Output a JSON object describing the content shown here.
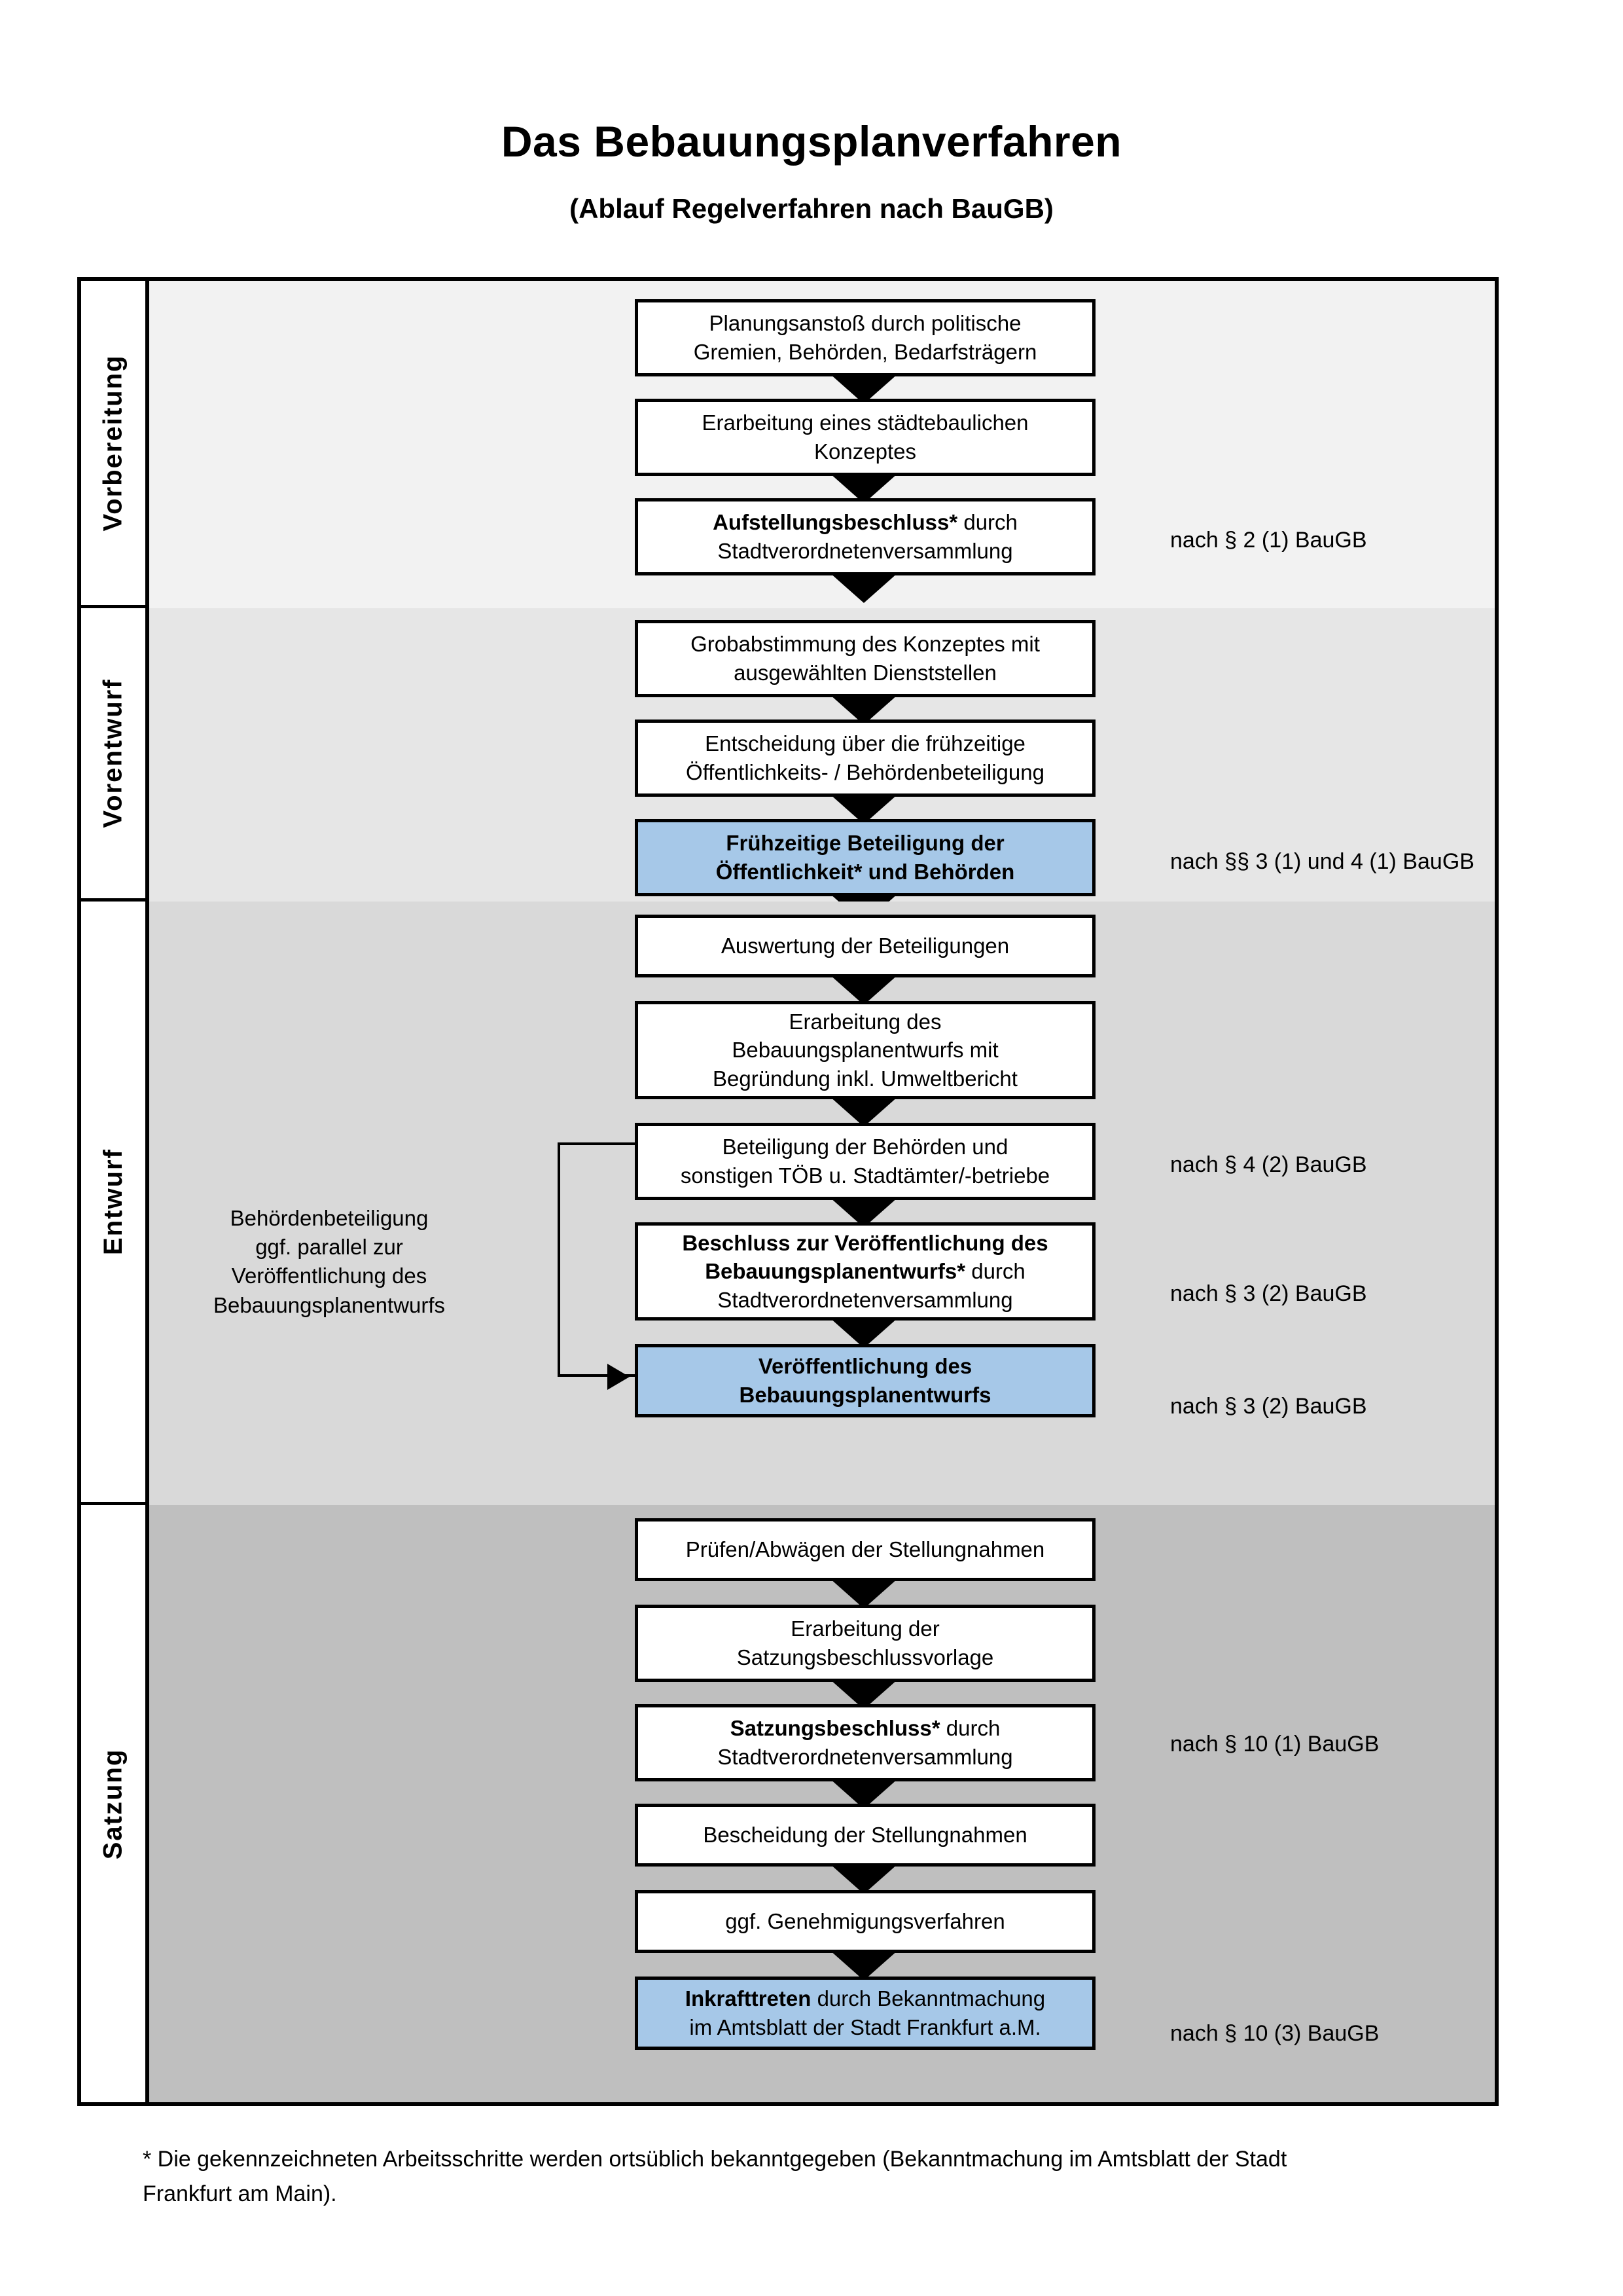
{
  "title": {
    "main": "Das Bebauungsplanverfahren",
    "subtitle": "(Ablauf Regelverfahren nach BauGB)"
  },
  "colors": {
    "highlight_blue": "#A6C8E8",
    "band_vorbereitung": "#F2F2F2",
    "band_vorentwurf": "#E6E6E6",
    "band_entwurf": "#D9D9D9",
    "band_satzung": "#BFBFBF",
    "border": "#000000"
  },
  "phases": [
    {
      "label": "Vorbereitung",
      "steps": [
        {
          "text": "Planungsanstoß durch politische Gremien, Behörden, Bedarfsträgern",
          "bold_prefix": "",
          "highlight": false
        },
        {
          "text": "Erarbeitung eines städtebaulichen Konzeptes",
          "bold_prefix": "",
          "highlight": false
        },
        {
          "text": "Aufstellungsbeschluss* durch Stadtverordnetenversammlung",
          "bold_prefix": "Aufstellungsbeschluss*",
          "bold_rest": " durch Stadtverordnetenversammlung",
          "highlight": false,
          "reference": "nach § 2 (1) BauGB"
        }
      ]
    },
    {
      "label": "Vorentwurf",
      "steps": [
        {
          "text": "Grobabstimmung des Konzeptes mit ausgewählten Dienststellen",
          "highlight": false
        },
        {
          "text": "Entscheidung über die frühzeitige Öffentlichkeits- / Behördenbeteiligung",
          "highlight": false
        },
        {
          "text": "Frühzeitige Beteiligung der Öffentlichkeit* und Behörden",
          "highlight": true,
          "reference": "nach §§ 3 (1) und 4 (1) BauGB"
        }
      ]
    },
    {
      "label": "Entwurf",
      "sidenote": "Behördenbeteiligung ggf. parallel zur Veröffentlichung des Bebauungsplanentwurfs",
      "steps": [
        {
          "text": "Auswertung der Beteiligungen",
          "highlight": false
        },
        {
          "text": "Erarbeitung des Bebauungsplanentwurfs mit Begründung inkl. Umweltbericht",
          "highlight": false
        },
        {
          "text": "Beteiligung der Behörden und sonstigen TÖB u. Stadtämter/-betriebe",
          "highlight": false,
          "reference": "nach § 4 (2) BauGB"
        },
        {
          "text": "Beschluss zur Veröffentlichung des Bebauungsplanentwurfs* durch Stadtverordnetenversammlung",
          "bold_prefix": "Beschluss zur Veröffentlichung des Bebauungsplanentwurfs*",
          "bold_rest": " durch Stadtverordnetenversammlung",
          "highlight": false,
          "reference": "nach § 3 (2) BauGB"
        },
        {
          "text": "Veröffentlichung des Bebauungsplanentwurfs",
          "highlight": true,
          "reference": "nach § 3 (2) BauGB"
        }
      ]
    },
    {
      "label": "Satzung",
      "steps": [
        {
          "text": "Prüfen/Abwägen der Stellungnahmen",
          "highlight": false
        },
        {
          "text": "Erarbeitung der Satzungsbeschlussvorlage",
          "highlight": false
        },
        {
          "text": "Satzungsbeschluss* durch Stadtverordnetenversammlung",
          "bold_prefix": "Satzungsbeschluss*",
          "bold_rest": " durch Stadtverordnetenversammlung",
          "highlight": false,
          "reference": "nach § 10 (1) BauGB"
        },
        {
          "text": "Bescheidung der Stellungnahmen",
          "highlight": false
        },
        {
          "text": "ggf. Genehmigungsverfahren",
          "highlight": false
        },
        {
          "text": "Inkrafttreten durch Bekanntmachung im Amtsblatt der Stadt Frankfurt a.M.",
          "bold_prefix": "Inkrafttreten",
          "bold_rest": " durch Bekanntmachung im Amtsblatt der Stadt Frankfurt a.M.",
          "highlight": true,
          "reference": "nach § 10 (3) BauGB"
        }
      ]
    }
  ],
  "boxes": {
    "p1s1_l1": "Planungsanstoß durch politische",
    "p1s1_l2": "Gremien, Behörden, Bedarfsträgern",
    "p1s2_l1": "Erarbeitung eines städtebaulichen",
    "p1s2_l2": "Konzeptes",
    "p1s3_b": "Aufstellungsbeschluss*",
    "p1s3_r": " durch",
    "p1s3_l2": "Stadtverordnetenversammlung",
    "p2s1_l1": "Grobabstimmung des Konzeptes mit",
    "p2s1_l2": "ausgewählten Dienststellen",
    "p2s2_l1": "Entscheidung über die frühzeitige",
    "p2s2_l2": "Öffentlichkeits- / Behördenbeteiligung",
    "p2s3_l1": "Frühzeitige Beteiligung der",
    "p2s3_l2": "Öffentlichkeit* und Behörden",
    "p3s1_l1": "Auswertung der Beteiligungen",
    "p3s2_l1": "Erarbeitung des",
    "p3s2_l2": "Bebauungsplanentwurfs mit",
    "p3s2_l3": "Begründung inkl. Umweltbericht",
    "p3s3_l1": "Beteiligung der Behörden und",
    "p3s3_l2": "sonstigen TÖB u. Stadtämter/-betriebe",
    "p3s4_b1": "Beschluss zur Veröffentlichung des",
    "p3s4_b2": "Bebauungsplanentwurfs*",
    "p3s4_r": " durch",
    "p3s4_l3": "Stadtverordnetenversammlung",
    "p3s5_l1": "Veröffentlichung des",
    "p3s5_l2": "Bebauungsplanentwurfs",
    "p4s1_l1": "Prüfen/Abwägen der Stellungnahmen",
    "p4s2_l1": "Erarbeitung der",
    "p4s2_l2": "Satzungsbeschlussvorlage",
    "p4s3_b": "Satzungsbeschluss*",
    "p4s3_r": " durch",
    "p4s3_l2": "Stadtverordnetenversammlung",
    "p4s4_l1": "Bescheidung der Stellungnahmen",
    "p4s5_l1": "ggf. Genehmigungsverfahren",
    "p4s6_b": "Inkrafttreten",
    "p4s6_r": " durch Bekanntmachung",
    "p4s6_l2": "im Amtsblatt der Stadt Frankfurt a.M."
  },
  "sidenote": {
    "l1": "Behördenbeteiligung",
    "l2": "ggf. parallel zur",
    "l3": "Veröffentlichung des",
    "l4": "Bebauungsplanentwurfs"
  },
  "references": {
    "r1": "nach § 2 (1) BauGB",
    "r2": "nach §§ 3 (1) und 4 (1) BauGB",
    "r3": "nach § 4 (2) BauGB",
    "r4": "nach § 3 (2) BauGB",
    "r5": "nach § 3 (2) BauGB",
    "r6": "nach § 10 (1) BauGB",
    "r7": "nach § 10 (3) BauGB"
  },
  "footnote": {
    "line1": "* Die gekennzeichneten Arbeitsschritte werden ortsüblich bekanntgegeben (Bekanntmachung im Amtsblatt  der Stadt",
    "line2": "Frankfurt am Main)."
  }
}
